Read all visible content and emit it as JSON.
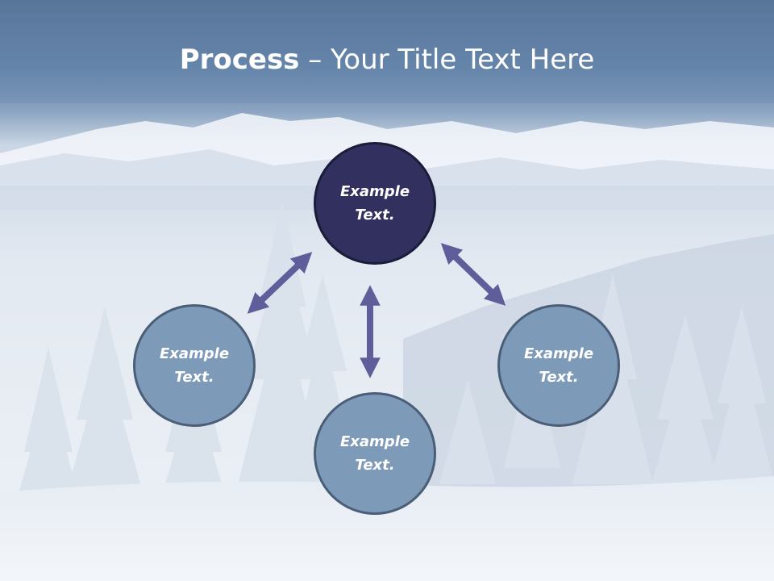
{
  "title": {
    "bold": "Process",
    "rest": " – Your Title Text Here"
  },
  "nodes": {
    "top": "Example\nText.",
    "left": "Example\nText.",
    "bottom": "Example\nText.",
    "right": "Example\nText."
  },
  "colors": {
    "title_bar": "#6b8aaf",
    "node_light": "#7e9ab9",
    "node_dark": "#31305f",
    "arrow": "#5f5e9a"
  }
}
